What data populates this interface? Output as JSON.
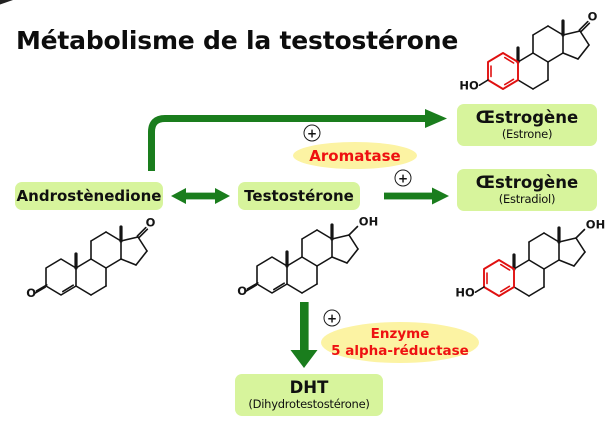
{
  "title": "Métabolisme de la testostérone",
  "colors": {
    "box_fill": "#d7f49c",
    "arrow_green": "#1a7d1d",
    "enzyme_fill": "#fcf3a3",
    "enzyme_text": "#ee1111",
    "aromatic_ring_red": "#e01010",
    "bond_black": "#141414"
  },
  "boxes": {
    "androstenedione": {
      "label": "Androstènedione"
    },
    "testosterone": {
      "label": "Testostérone"
    },
    "estrone": {
      "label": "Œstrogène",
      "sub": "(Estrone)"
    },
    "estradiol": {
      "label": "Œstrogène",
      "sub": "(Estradiol)"
    },
    "dht": {
      "label": "DHT",
      "sub": "(Dihydrotestostérone)"
    }
  },
  "enzymes": {
    "aromatase": {
      "label": "Aromatase"
    },
    "reductase": {
      "line1": "Enzyme",
      "line2": "5 alpha-réductase"
    }
  },
  "symbols": {
    "plus_circle": "+"
  },
  "structures": [
    {
      "name": "estrone-structure",
      "a_ring": "aromatic",
      "hydroxyl_label": "HO",
      "c17_group": "O"
    },
    {
      "name": "androstenedione-structure",
      "a_ring": "enone",
      "ketone_label": "O",
      "c17_group": "O"
    },
    {
      "name": "testosterone-structure",
      "a_ring": "enone",
      "ketone_label": "O",
      "c17_group": "OH"
    },
    {
      "name": "estradiol-structure",
      "a_ring": "aromatic",
      "hydroxyl_label": "HO",
      "c17_group": "OH"
    }
  ]
}
